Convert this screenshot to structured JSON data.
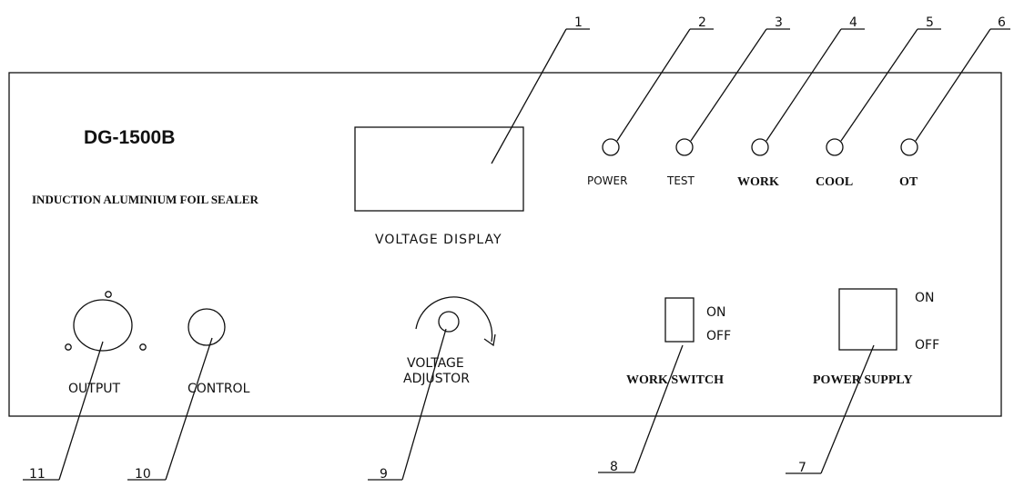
{
  "panel": {
    "model": "DG-1500B",
    "subtitle": "INDUCTION ALUMINIUM FOIL SEALER"
  },
  "display": {
    "label": "VOLTAGE DISPLAY"
  },
  "indicators": [
    {
      "label": "POWER",
      "callout": "2"
    },
    {
      "label": "TEST",
      "callout": "3"
    },
    {
      "label": "WORK",
      "callout": "4"
    },
    {
      "label": "COOL",
      "callout": "5"
    },
    {
      "label": "OT",
      "callout": "6"
    }
  ],
  "controls": {
    "output_label": "OUTPUT",
    "control_label": "CONTROL",
    "voltage_adjustor_line1": "VOLTAGE",
    "voltage_adjustor_line2": "ADJUSTOR",
    "work_switch_label": "WORK SWITCH",
    "work_switch_on": "ON",
    "work_switch_off": "OFF",
    "power_supply_label": "POWER SUPPLY",
    "power_supply_on": "ON",
    "power_supply_off": "OFF"
  },
  "callouts": {
    "display": "1",
    "power_supply": "7",
    "work_switch": "8",
    "voltage_adjustor": "9",
    "control": "10",
    "output": "11"
  }
}
